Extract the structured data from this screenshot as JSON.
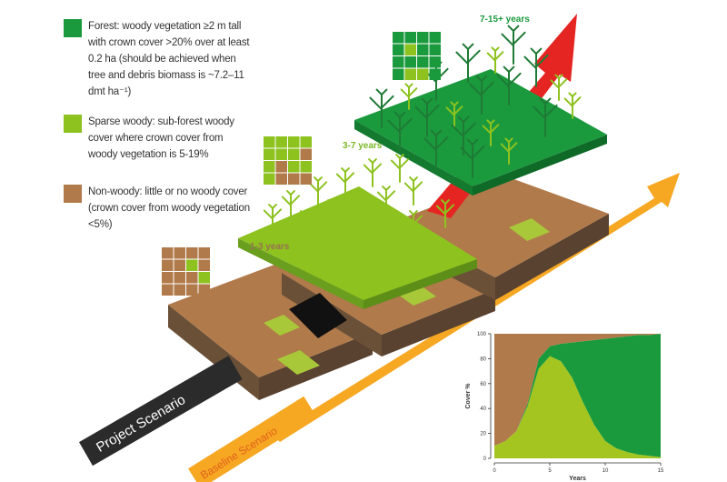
{
  "legend": [
    {
      "key": "forest",
      "color": "#1a9a3d",
      "text": "Forest: woody vegetation ≥2 m tall with crown cover >20% over at least 0.2 ha (should be achieved when tree and debris biomass is ~7.2–11 dmt ha⁻¹)"
    },
    {
      "key": "sparse",
      "color": "#8dc21f",
      "text": "Sparse woody: sub-forest woody cover where crown cover from woody vegetation is 5-19%"
    },
    {
      "key": "non_woody",
      "color": "#b07a4a",
      "text": "Non-woody: little or no woody cover (crown cover from woody vegetation <5%)"
    }
  ],
  "stages": [
    {
      "label": "1-3 years",
      "color": "#9a7250"
    },
    {
      "label": "3-7 years",
      "color": "#7cb82a"
    },
    {
      "label": "7-15+ years",
      "color": "#1a9a3d"
    }
  ],
  "scenarios": {
    "project": {
      "label": "Project Scenario",
      "color": "#2b2b2b"
    },
    "baseline": {
      "label": "Baseline Scenario",
      "color": "#f7a823",
      "text_color": "#e0601a"
    }
  },
  "arrow_colors": {
    "project": "#e52521",
    "baseline": "#f7a823"
  },
  "chart_data": {
    "type": "area",
    "xlabel": "Years",
    "ylabel": "Cover %",
    "xlim": [
      0,
      15
    ],
    "ylim": [
      0,
      100
    ],
    "xticks": [
      0,
      5,
      10,
      15
    ],
    "yticks": [
      0,
      20,
      40,
      60,
      80,
      100
    ],
    "stacked": true,
    "x": [
      0,
      1,
      2,
      3,
      4,
      5,
      6,
      7,
      8,
      9,
      10,
      11,
      12,
      13,
      14,
      15
    ],
    "series": [
      {
        "key": "sparse",
        "color": "#a4c520",
        "values": [
          10,
          14,
          22,
          42,
          72,
          82,
          78,
          65,
          45,
          27,
          14,
          8,
          5,
          3,
          2,
          1
        ]
      },
      {
        "key": "forest",
        "color": "#1a9a3d",
        "values": [
          0,
          0,
          0,
          2,
          8,
          8,
          14,
          28,
          49,
          68,
          82,
          89,
          93,
          96,
          97,
          99
        ]
      },
      {
        "key": "non_woody",
        "color": "#b07a4a",
        "values": [
          90,
          86,
          78,
          56,
          20,
          10,
          8,
          7,
          6,
          5,
          4,
          3,
          2,
          1,
          1,
          0
        ]
      }
    ]
  }
}
